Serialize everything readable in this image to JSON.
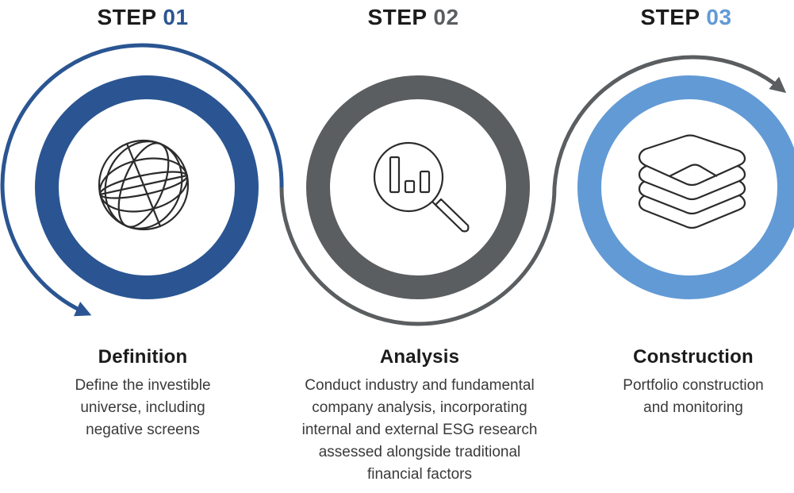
{
  "colors": {
    "step1": "#2a5592",
    "step2": "#5b5e60",
    "step3": "#629ad5",
    "text": "#1b1b1b"
  },
  "steps": [
    {
      "word": "STEP",
      "number": "01",
      "icon": "globe-icon",
      "title": "Definition",
      "description": "Define the investible\nuniverse, including\nnegative screens"
    },
    {
      "word": "STEP",
      "number": "02",
      "icon": "magnifier-bar-chart-icon",
      "title": "Analysis",
      "description": "Conduct industry and fundamental\ncompany analysis, incorporating\ninternal and external ESG research\nassessed alongside traditional\nfinancial factors"
    },
    {
      "word": "STEP",
      "number": "03",
      "icon": "layers-icon",
      "title": "Construction",
      "description": "Portfolio construction\nand monitoring"
    }
  ]
}
